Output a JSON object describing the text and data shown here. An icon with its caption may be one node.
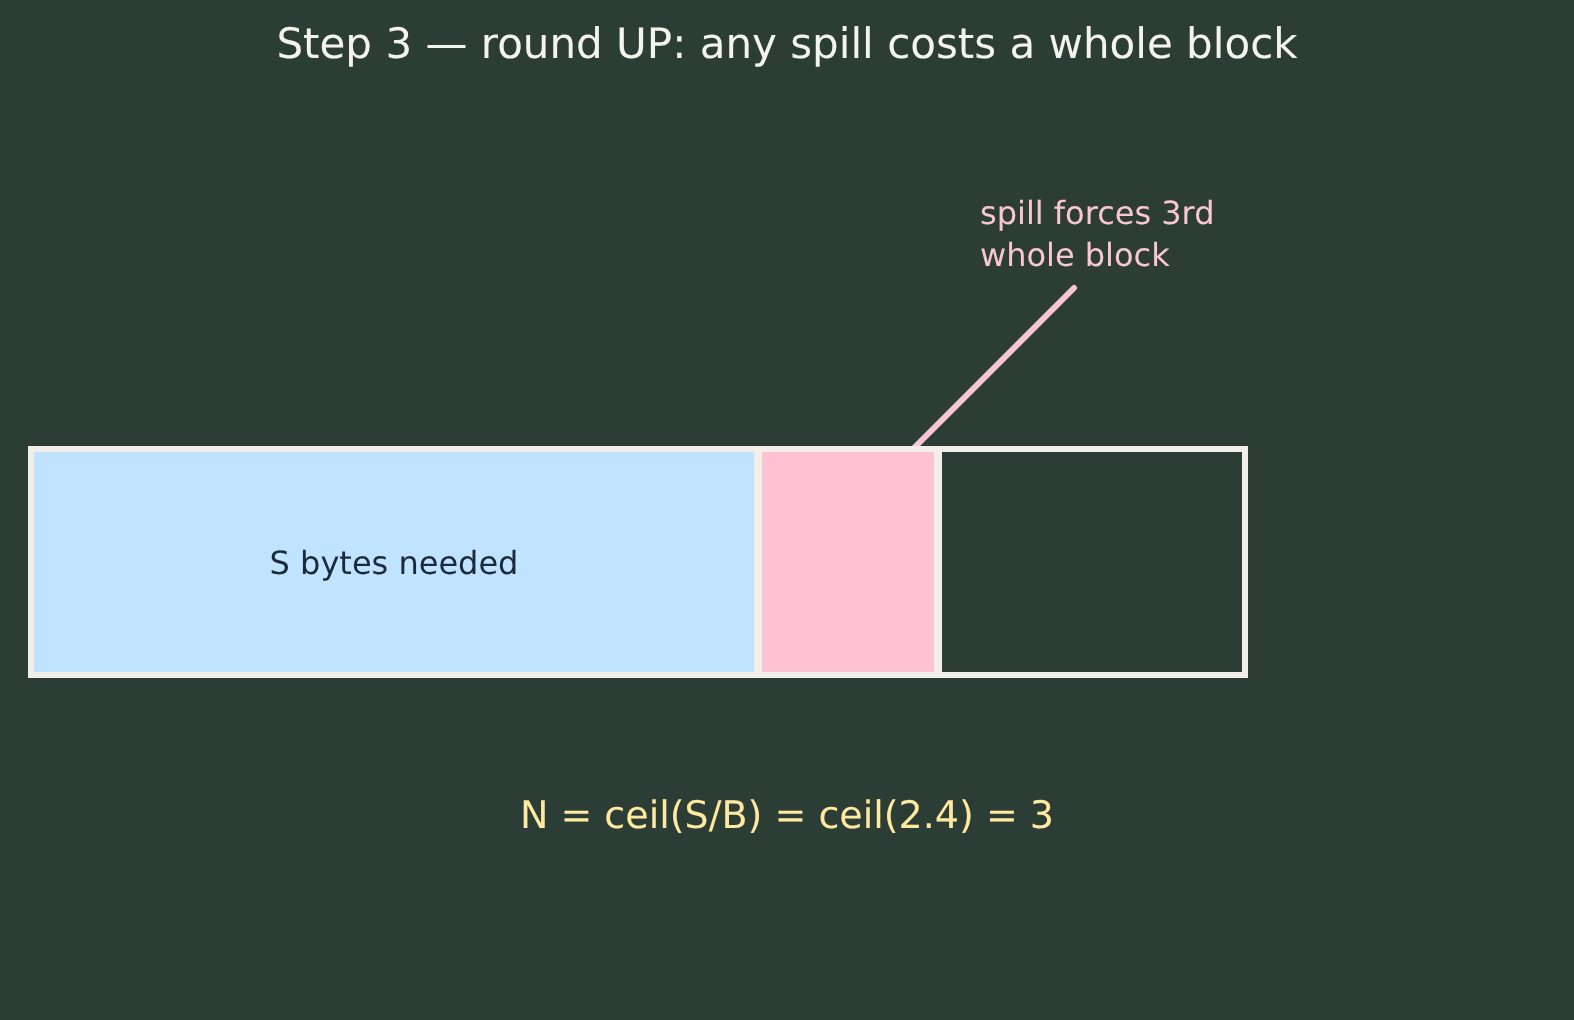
{
  "diagram": {
    "title": "Step 3 — round UP: any spill costs a whole block",
    "nodes": [
      {
        "text": [
          "S bytes needed"
        ]
      },
      {
        "text": [],
        "shape": "box"
      },
      {
        "text": [],
        "shape": "box"
      },
      {
        "text": [
          "spill forces 3rd whole block"
        ]
      }
    ],
    "edges": [
      {
        "from": 3,
        "to": 1,
        "arrow": "none"
      }
    ],
    "labels": [
      "N = ceil(S/B) = ceil(2.4) = 3"
    ]
  }
}
